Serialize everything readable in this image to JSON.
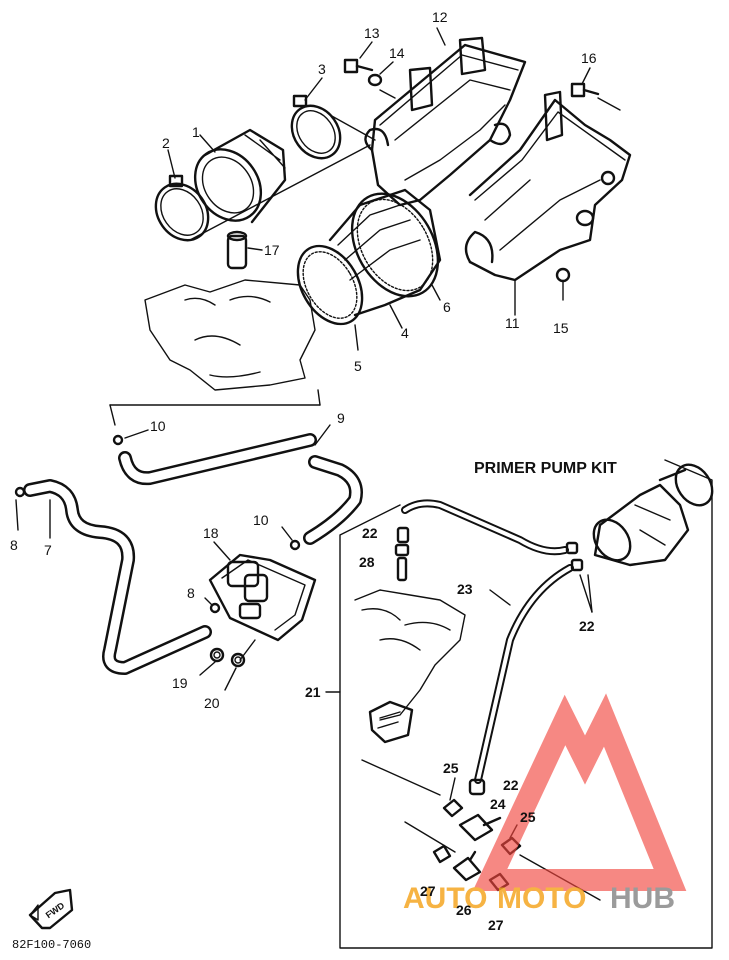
{
  "diagram": {
    "kit_title": "PRIMER PUMP KIT",
    "part_code": "82F100-7060",
    "fwd_label": "FWD",
    "labels": {
      "l1": "1",
      "l2": "2",
      "l3": "3",
      "l4": "4",
      "l5": "5",
      "l6": "6",
      "l7": "7",
      "l8a": "8",
      "l8b": "8",
      "l9": "9",
      "l10a": "10",
      "l10b": "10",
      "l11": "11",
      "l12": "12",
      "l13": "13",
      "l14": "14",
      "l15": "15",
      "l16": "16",
      "l17": "17",
      "l18": "18",
      "l19": "19",
      "l20": "20",
      "l21": "21",
      "l22a": "22",
      "l22b": "22",
      "l22c": "22",
      "l23": "23",
      "l24": "24",
      "l25a": "25",
      "l25b": "25",
      "l26": "26",
      "l27a": "27",
      "l27b": "27",
      "l28": "28"
    }
  },
  "watermark": {
    "part1": "AUTO",
    "part2": "MOTO",
    "part3": "HUB",
    "color_red": "#f2453d",
    "color_orange": "#f5a623",
    "color_gray": "#8a8a8a"
  }
}
